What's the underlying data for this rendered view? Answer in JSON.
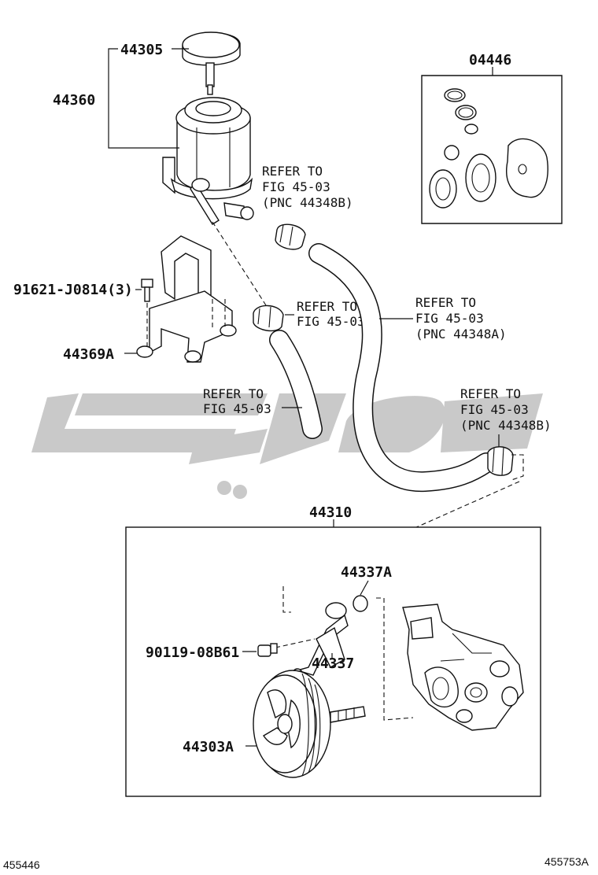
{
  "labels": {
    "cap": "44305",
    "reservoir": "44360",
    "bolt": "91621-J0814(3)",
    "bracket": "44369A",
    "gasket_kit": "04446",
    "pump_assy": "44310",
    "oring": "44337A",
    "union": "44337",
    "union_bolt": "90119-08B61",
    "pulley": "44303A"
  },
  "refs": {
    "ref1": [
      "REFER TO",
      "FIG 45-03",
      "(PNC 44348B)"
    ],
    "ref2": [
      "REFER TO",
      "FIG 45-03"
    ],
    "ref3": [
      "REFER TO",
      "FIG 45-03",
      "(PNC 44348A)"
    ],
    "ref4": [
      "REFER TO",
      "FIG 45-03"
    ],
    "ref5": [
      "REFER TO",
      "FIG 45-03",
      "(PNC 44348B)"
    ]
  },
  "footer": {
    "left_code": "455446",
    "right_code": "455753A"
  },
  "colors": {
    "line": "#111111",
    "watermark": "#c9c9c9",
    "background": "#ffffff"
  }
}
